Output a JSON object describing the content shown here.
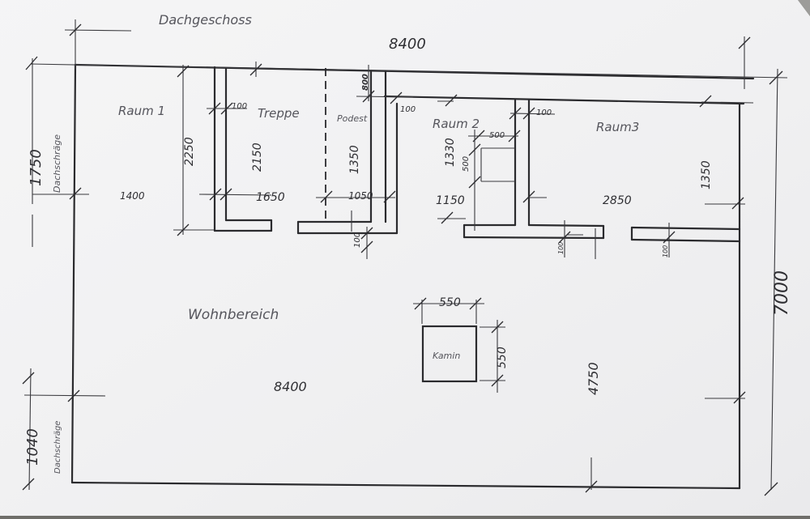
{
  "drawing": {
    "title": "Dachgeschoss",
    "rooms": {
      "raum1": "Raum 1",
      "treppe": "Treppe",
      "podest": "Podest",
      "raum2": "Raum 2",
      "raum3": "Raum3",
      "wohnbereich": "Wohnbereich",
      "kamin": "Kamin"
    },
    "side_labels": {
      "dachschraege_top": "Dachschräge",
      "dachschraege_bottom": "Dachschräge"
    },
    "dimensions": {
      "top_width": "8400",
      "overall_height": "7000",
      "left_upper": "1750",
      "left_lower": "1040",
      "raum1_width": "1400",
      "raum1_height": "2250",
      "treppe_width": "1650",
      "treppe_height": "2150",
      "wall_100_a": "100",
      "podest_width": "1050",
      "podest_height": "1350",
      "podest_top": "800",
      "wall_100_b": "100",
      "wall_100_c": "100",
      "raum2_width": "1150",
      "raum2_height": "1330",
      "shaft_w": "500",
      "shaft_h": "500",
      "wall_100_d": "100",
      "raum3_width": "2850",
      "raum3_height": "1350",
      "wall_100_e": "100",
      "wall_100_f": "100",
      "kamin_w": "550",
      "kamin_h": "550",
      "living_width": "8400",
      "living_height": "4750"
    }
  }
}
